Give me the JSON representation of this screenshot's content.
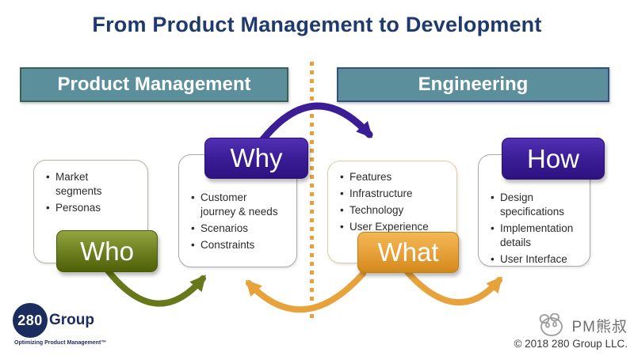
{
  "title": "From Product Management to Development",
  "headers": {
    "left": "Product Management",
    "right": "Engineering"
  },
  "cards": {
    "who": {
      "label": "Who",
      "items": [
        "Market segments",
        "Personas"
      ]
    },
    "why": {
      "label": "Why",
      "items": [
        "Customer journey & needs",
        "Scenarios",
        "Constraints"
      ]
    },
    "what": {
      "label": "What",
      "items": [
        "Features",
        "Infrastructure",
        "Technology",
        "User Experience"
      ]
    },
    "how": {
      "label": "How",
      "items": [
        "Design specifications",
        "Implementation details",
        "User Interface"
      ]
    }
  },
  "colors": {
    "title": "#1e3a6e",
    "header_bg": "#5b8f9c",
    "olive": "#66781a",
    "purple": "#3b1d96",
    "amber": "#e8a23c",
    "logo_navy": "#1b2d5e"
  },
  "footer": {
    "logo_text": "280",
    "logo_group": "Group",
    "tagline": "Optimizing Product Management™",
    "watermark_name": "PM熊叔",
    "copyright": "© 2018 280 Group LLC."
  }
}
